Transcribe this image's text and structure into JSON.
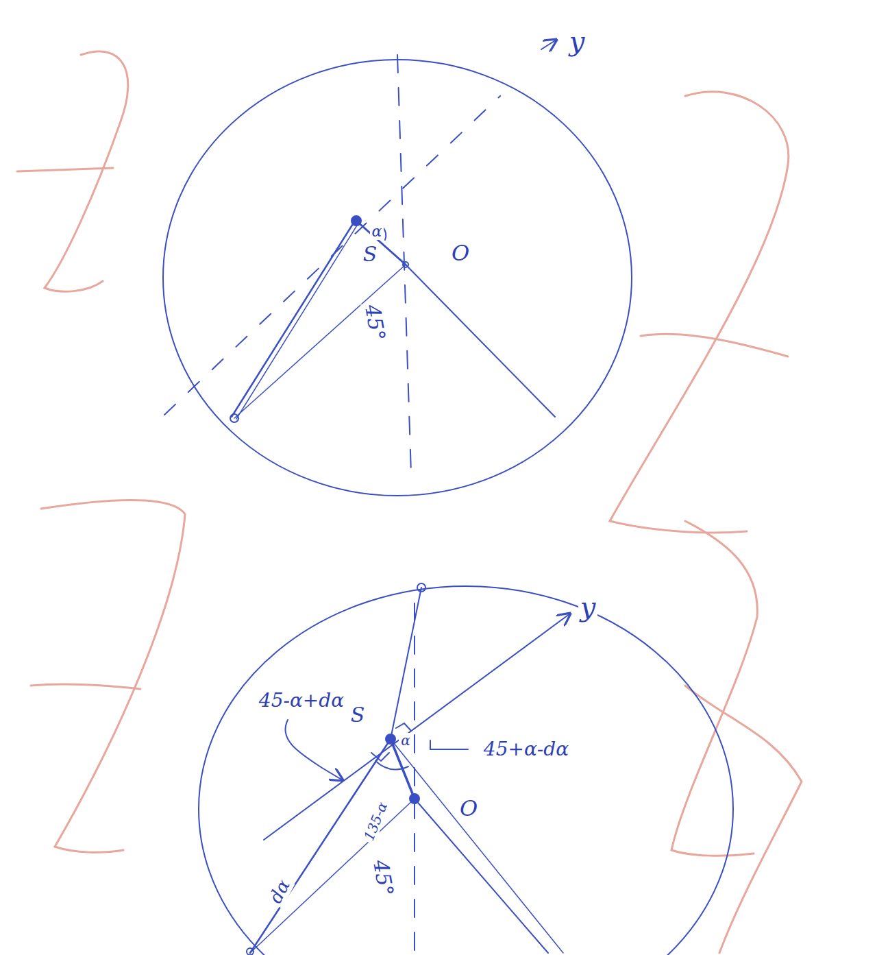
{
  "diagram": {
    "labels": [
      "y",
      "α",
      "S",
      "O",
      "45°",
      "y",
      "45-α+dα",
      "S",
      "α",
      "45+α-dα",
      "135-α",
      "O",
      "dα",
      "45°"
    ]
  }
}
